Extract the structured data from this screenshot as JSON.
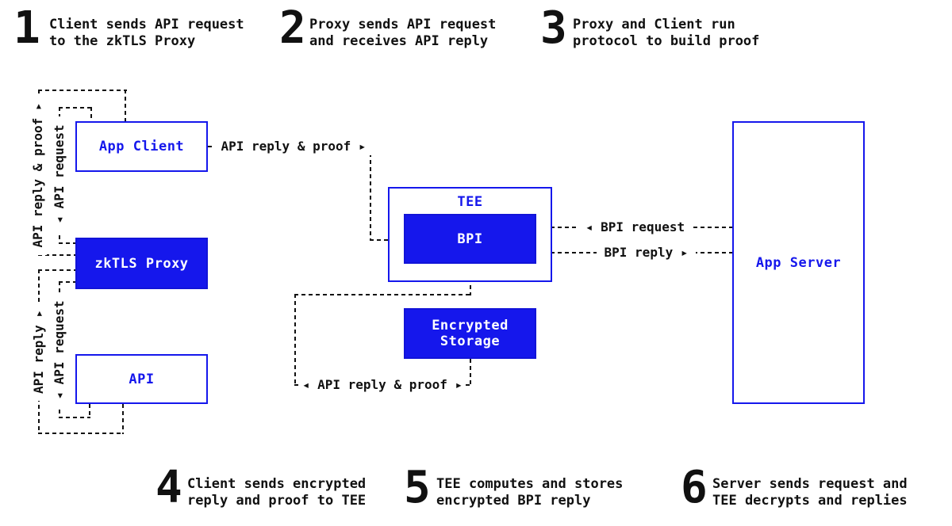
{
  "colors": {
    "accent_blue": "#1517EC",
    "ink": "#111111",
    "background": "#ffffff"
  },
  "steps": [
    {
      "num": "1",
      "text": "Client sends API request\nto the zkTLS Proxy"
    },
    {
      "num": "2",
      "text": "Proxy sends API request\nand receives API reply"
    },
    {
      "num": "3",
      "text": "Proxy and Client run\nprotocol to build proof"
    },
    {
      "num": "4",
      "text": "Client sends encrypted\nreply and proof to TEE"
    },
    {
      "num": "5",
      "text": "TEE computes and stores\nencrypted BPI reply"
    },
    {
      "num": "6",
      "text": "Server sends request and\nTEE decrypts and replies"
    }
  ],
  "nodes": {
    "app_client": "App Client",
    "zktls_proxy": "zkTLS Proxy",
    "api": "API",
    "tee": "TEE",
    "bpi": "BPI",
    "encrypted_storage": "Encrypted\nStorage",
    "app_server": "App Server"
  },
  "edges": {
    "client_to_tee_reply_proof": "API reply & proof ▸",
    "proxy_to_client_reply_proof": "API reply & proof ▸",
    "client_to_proxy_request": "◂ API request",
    "api_to_proxy_reply": "API reply ▸",
    "proxy_to_api_request": "◂ API request",
    "bpi_storage_reply_proof": "◂ API reply & proof ▸",
    "server_to_bpi_request": "◂ BPI request",
    "bpi_to_server_reply": "BPI reply ▸"
  }
}
